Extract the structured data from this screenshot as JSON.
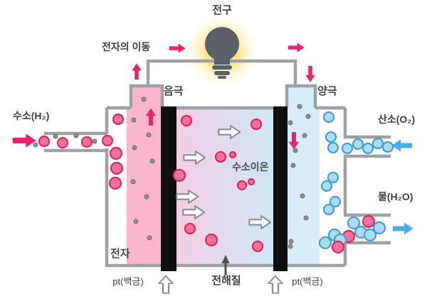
{
  "labels": {
    "bulb": "전구",
    "electron_flow": "전자의 이동",
    "cathode": "음극",
    "anode": "양극",
    "hydrogen": "수소(H₂)",
    "oxygen": "산소(O₂)",
    "water": "물(H₂O)",
    "hydrogen_ion": "수소이온",
    "electron": "전자",
    "electrolyte": "전해질",
    "platinum_left": "pt(백금)",
    "platinum_right": "pt(백금)"
  },
  "colors": {
    "accent_pink": "#e8246b",
    "blue_arrow": "#45aee3",
    "hydrogen_fill": "#f2729c",
    "hydrogen_stroke": "#dc2861",
    "oxygen_fill": "#abdcf4",
    "oxygen_stroke": "#3fa0d8",
    "electron_fill": "#8f8f8f",
    "electrode_black": "#0f0f0f",
    "wall_gray": "#9da1a6",
    "cathode_column": "#f9b6cc",
    "anode_column": "#d7edf8",
    "electrolyte_left": "#f5cee1",
    "electrolyte_right": "#cde8f5",
    "bulb_gray": "#5c6167",
    "glow_yellow": "#f5d435",
    "text": "#3d4043"
  }
}
